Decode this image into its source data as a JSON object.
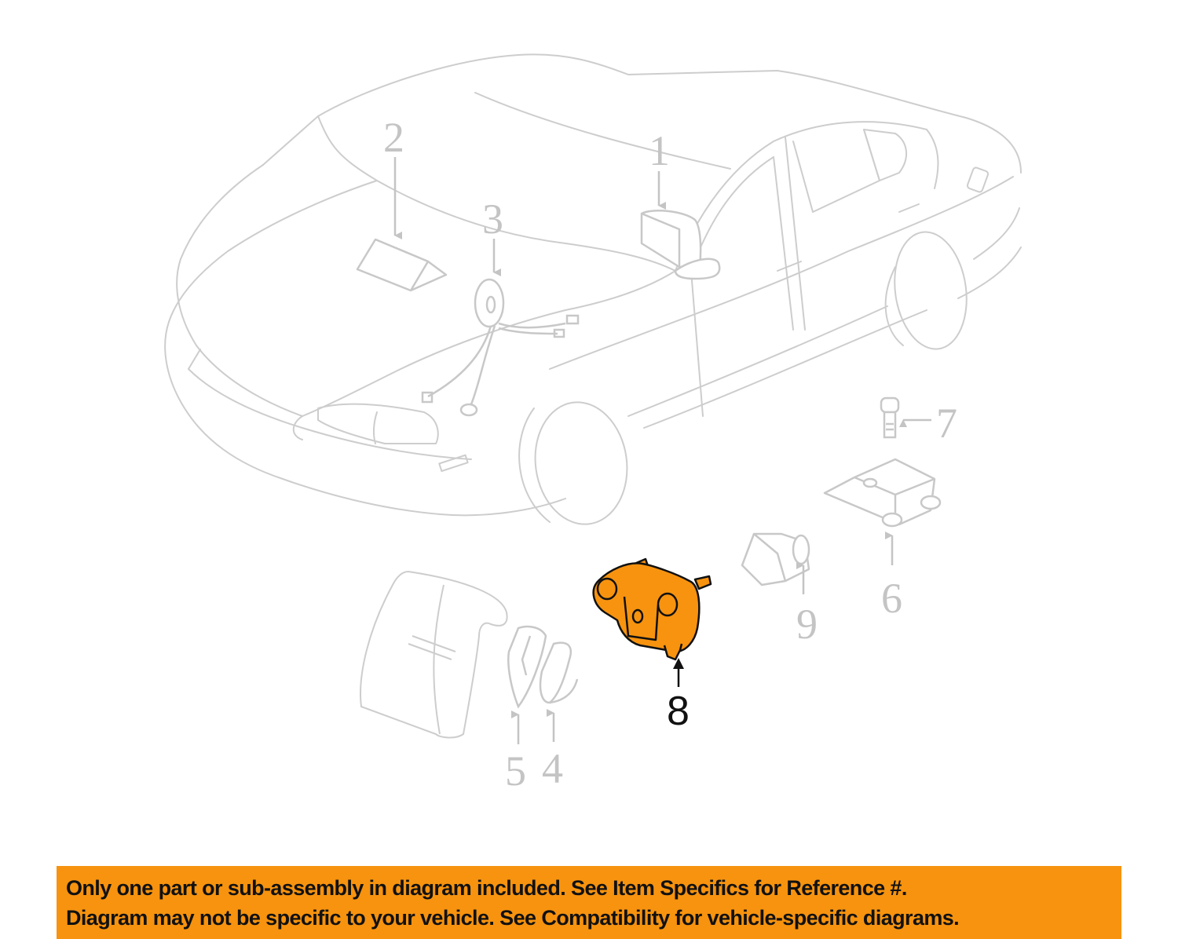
{
  "diagram": {
    "subject": "vehicle airbag / SRS components exploded view",
    "line_color": "#c8c8c8",
    "highlight_color": "#f7930f",
    "callouts": [
      {
        "id": "1",
        "label": "1",
        "points_to": "side mirror area"
      },
      {
        "id": "2",
        "label": "2",
        "points_to": "passenger airbag module"
      },
      {
        "id": "3",
        "label": "3",
        "points_to": "clock spring coil"
      },
      {
        "id": "4",
        "label": "4",
        "points_to": "seat side clip"
      },
      {
        "id": "5",
        "label": "5",
        "points_to": "seat side bracket"
      },
      {
        "id": "6",
        "label": "6",
        "points_to": "sensing diagnostic module"
      },
      {
        "id": "7",
        "label": "7",
        "points_to": "mounting bolt"
      },
      {
        "id": "8",
        "label": "8",
        "points_to": "impact sensor (highlighted)",
        "highlighted": true
      },
      {
        "id": "9",
        "label": "9",
        "points_to": "sensor connector"
      }
    ]
  },
  "banner": {
    "background": "#f7930f",
    "line1": "Only one part or sub-assembly in diagram included. See Item Specifics for Reference #.",
    "line2": "Diagram may not be specific to your vehicle. See Compatibility for vehicle-specific diagrams."
  }
}
